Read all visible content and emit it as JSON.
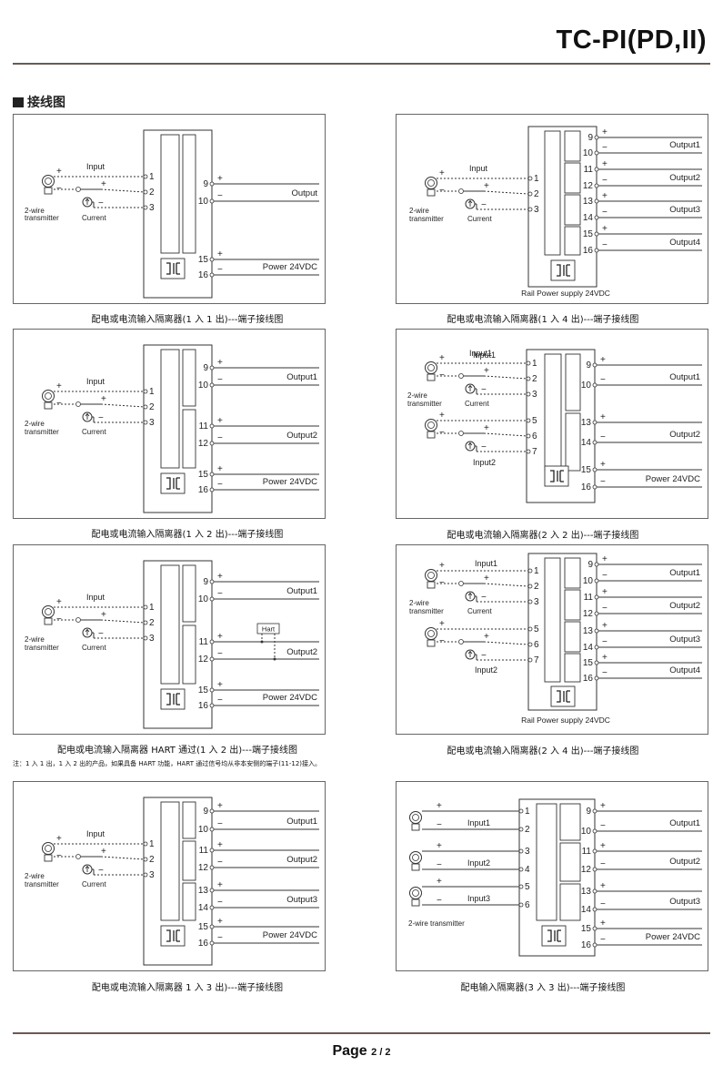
{
  "header": {
    "model": "TC-PI(PD,II)"
  },
  "section": {
    "title": "接线图"
  },
  "labels": {
    "input": "Input",
    "input1": "Input1",
    "input2": "Input2",
    "input3": "Input3",
    "output": "Output",
    "output1": "Output1",
    "output2": "Output2",
    "output3": "Output3",
    "output4": "Output4",
    "power": "Power 24VDC",
    "rail_power": "Rail Power supply 24VDC",
    "two_wire": "2-wire",
    "transmitter": "transmitter",
    "two_wire_transmitter": "2-wire transmitter",
    "current": "Current",
    "hart": "Hart",
    "plus": "+",
    "minus": "−"
  },
  "captions": [
    "配电或电流输入隔离器(1 入 1 出)---端子接线图",
    "配电或电流输入隔离器(1 入 4 出)---端子接线图",
    "配电或电流输入隔离器(1 入 2 出)---端子接线图",
    "配电或电流输入隔离器(2 入 2 出)---端子接线图",
    "配电或电流输入隔离器 HART 通过(1 入 2 出)---端子接线图",
    "配电或电流输入隔离器(2 入 4 出)---端子接线图",
    "配电或电流输入隔离器 1 入 3 出)---端子接线图",
    "配电输入隔离器(3 入 3 出)---端子接线图"
  ],
  "note": "注：1 入 1 出，1 入 2 出的产品，如果具备 HART 功能，HART 通过信号均从非本安侧的端子(11-12)接入。",
  "footer": {
    "page_label": "Page",
    "page_number": "2 / 2"
  }
}
